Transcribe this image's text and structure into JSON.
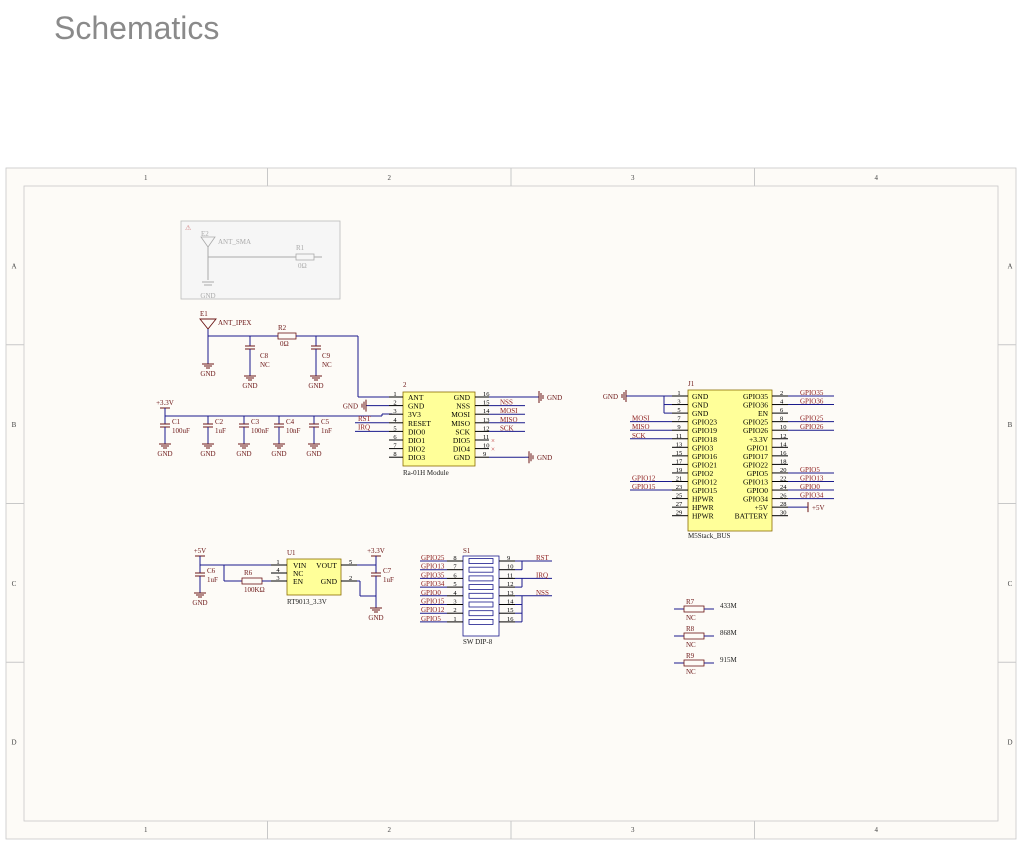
{
  "page": {
    "title": "Schematics"
  },
  "frame": {
    "columns": [
      "1",
      "2",
      "3",
      "4"
    ],
    "rows": [
      "A",
      "B",
      "C",
      "D"
    ]
  },
  "antenna_block": {
    "e2": "E2",
    "e2_part": "ANT_SMA",
    "r1": "R1",
    "r1_val": "0Ω",
    "gnd": "GND",
    "e1": "E1",
    "e1_part": "ANT_IPEX",
    "r2": "R2",
    "r2_val": "0Ω",
    "c8": "C8",
    "c8_val": "NC",
    "c9": "C9",
    "c9_val": "NC",
    "gnd2": "GND",
    "gnd3": "GND",
    "gnd4": "GND"
  },
  "power_caps": {
    "rail": "+3.3V",
    "caps": [
      {
        "ref": "C1",
        "val": "100uF"
      },
      {
        "ref": "C2",
        "val": "1uF"
      },
      {
        "ref": "C3",
        "val": "100nF"
      },
      {
        "ref": "C4",
        "val": "10nF"
      },
      {
        "ref": "C5",
        "val": "1nF"
      }
    ],
    "gnd": "GND"
  },
  "ra01h": {
    "ref": "2",
    "name": "Ra-01H Module",
    "left_pins": [
      {
        "num": "1",
        "name": "ANT"
      },
      {
        "num": "2",
        "name": "GND"
      },
      {
        "num": "3",
        "name": "3V3"
      },
      {
        "num": "4",
        "name": "RESET"
      },
      {
        "num": "5",
        "name": "DIO0"
      },
      {
        "num": "6",
        "name": "DIO1"
      },
      {
        "num": "7",
        "name": "DIO2"
      },
      {
        "num": "8",
        "name": "DIO3"
      }
    ],
    "right_pins": [
      {
        "num": "16",
        "name": "GND"
      },
      {
        "num": "15",
        "name": "NSS"
      },
      {
        "num": "14",
        "name": "MOSI"
      },
      {
        "num": "13",
        "name": "MISO"
      },
      {
        "num": "12",
        "name": "SCK"
      },
      {
        "num": "11",
        "name": "DIO5"
      },
      {
        "num": "10",
        "name": "DIO4"
      },
      {
        "num": "9",
        "name": "GND"
      }
    ],
    "left_nets": {
      "gnd": "GND",
      "rst": "RST",
      "irq": "IRQ"
    },
    "right_nets": [
      "NSS",
      "MOSI",
      "MISO",
      "SCK"
    ],
    "gnd_right_top": "GND",
    "gnd_right_bottom": "GND"
  },
  "m5bus": {
    "ref": "J1",
    "name": "M5Stack_BUS",
    "left_pins": [
      {
        "num": "1",
        "name": "GND"
      },
      {
        "num": "3",
        "name": "GND"
      },
      {
        "num": "5",
        "name": "GND"
      },
      {
        "num": "7",
        "name": "GPIO23"
      },
      {
        "num": "9",
        "name": "GPIO19"
      },
      {
        "num": "11",
        "name": "GPIO18"
      },
      {
        "num": "13",
        "name": "GPIO3"
      },
      {
        "num": "15",
        "name": "GPIO16"
      },
      {
        "num": "17",
        "name": "GPIO21"
      },
      {
        "num": "19",
        "name": "GPIO2"
      },
      {
        "num": "21",
        "name": "GPIO12"
      },
      {
        "num": "23",
        "name": "GPIO15"
      },
      {
        "num": "25",
        "name": "HPWR"
      },
      {
        "num": "27",
        "name": "HPWR"
      },
      {
        "num": "29",
        "name": "HPWR"
      }
    ],
    "right_pins": [
      {
        "num": "2",
        "name": "GPIO35"
      },
      {
        "num": "4",
        "name": "GPIO36"
      },
      {
        "num": "6",
        "name": "EN"
      },
      {
        "num": "8",
        "name": "GPIO25"
      },
      {
        "num": "10",
        "name": "GPIO26"
      },
      {
        "num": "12",
        "name": "+3.3V"
      },
      {
        "num": "14",
        "name": "GPIO1"
      },
      {
        "num": "16",
        "name": "GPIO17"
      },
      {
        "num": "18",
        "name": "GPIO22"
      },
      {
        "num": "20",
        "name": "GPIO5"
      },
      {
        "num": "22",
        "name": "GPIO13"
      },
      {
        "num": "24",
        "name": "GPIO0"
      },
      {
        "num": "26",
        "name": "GPIO34"
      },
      {
        "num": "28",
        "name": "+5V"
      },
      {
        "num": "30",
        "name": "BATTERY"
      }
    ],
    "gnd": "GND",
    "left_nets": [
      {
        "pin_index": 3,
        "net": "MOSI"
      },
      {
        "pin_index": 4,
        "net": "MISO"
      },
      {
        "pin_index": 5,
        "net": "SCK"
      },
      {
        "pin_index": 10,
        "net": "GPIO12"
      },
      {
        "pin_index": 11,
        "net": "GPIO15"
      }
    ],
    "right_nets": [
      {
        "pin_index": 0,
        "net": "GPIO35"
      },
      {
        "pin_index": 1,
        "net": "GPIO36"
      },
      {
        "pin_index": 3,
        "net": "GPIO25"
      },
      {
        "pin_index": 4,
        "net": "GPIO26"
      },
      {
        "pin_index": 9,
        "net": "GPIO5"
      },
      {
        "pin_index": 10,
        "net": "GPIO13"
      },
      {
        "pin_index": 11,
        "net": "GPIO0"
      },
      {
        "pin_index": 12,
        "net": "GPIO34"
      }
    ],
    "plus5v": "+5V"
  },
  "regulator": {
    "ref": "U1",
    "name": "RT9013_3.3V",
    "pins_left": [
      {
        "num": "1",
        "name": "VIN"
      },
      {
        "num": "4",
        "name": "NC"
      },
      {
        "num": "3",
        "name": "EN"
      }
    ],
    "pins_right": [
      {
        "num": "5",
        "name": "VOUT"
      },
      {
        "num": "2",
        "name": "GND"
      }
    ],
    "in_rail": "+5V",
    "out_rail": "+3.3V",
    "c6": "C6",
    "c6_val": "1uF",
    "c7": "C7",
    "c7_val": "1uF",
    "r6": "R6",
    "r6_val": "100KΩ",
    "gnd": "GND"
  },
  "dip": {
    "ref": "S1",
    "name": "SW DIP-8",
    "left": [
      {
        "net": "GPIO25",
        "num": "8"
      },
      {
        "net": "GPIO13",
        "num": "7"
      },
      {
        "net": "GPIO35",
        "num": "6"
      },
      {
        "net": "GPIO34",
        "num": "5"
      },
      {
        "net": "GPIO0",
        "num": "4"
      },
      {
        "net": "GPIO15",
        "num": "3"
      },
      {
        "net": "GPIO12",
        "num": "2"
      },
      {
        "net": "GPIO5",
        "num": "1"
      }
    ],
    "right_nums": [
      "9",
      "10",
      "11",
      "12",
      "13",
      "14",
      "15",
      "16"
    ],
    "right_nets": [
      "RST",
      "IRQ",
      "NSS"
    ]
  },
  "freq_res": [
    {
      "ref": "R7",
      "val": "NC",
      "label": "433M"
    },
    {
      "ref": "R8",
      "val": "NC",
      "label": "868M"
    },
    {
      "ref": "R9",
      "val": "NC",
      "label": "915M"
    }
  ],
  "colors": {
    "wire": "#1a1a8c",
    "net": "#8b1a1a",
    "part": "#6b1515",
    "body": "#ffff99",
    "frame": "#c8c8c8",
    "sheet": "#fdfbf7"
  }
}
